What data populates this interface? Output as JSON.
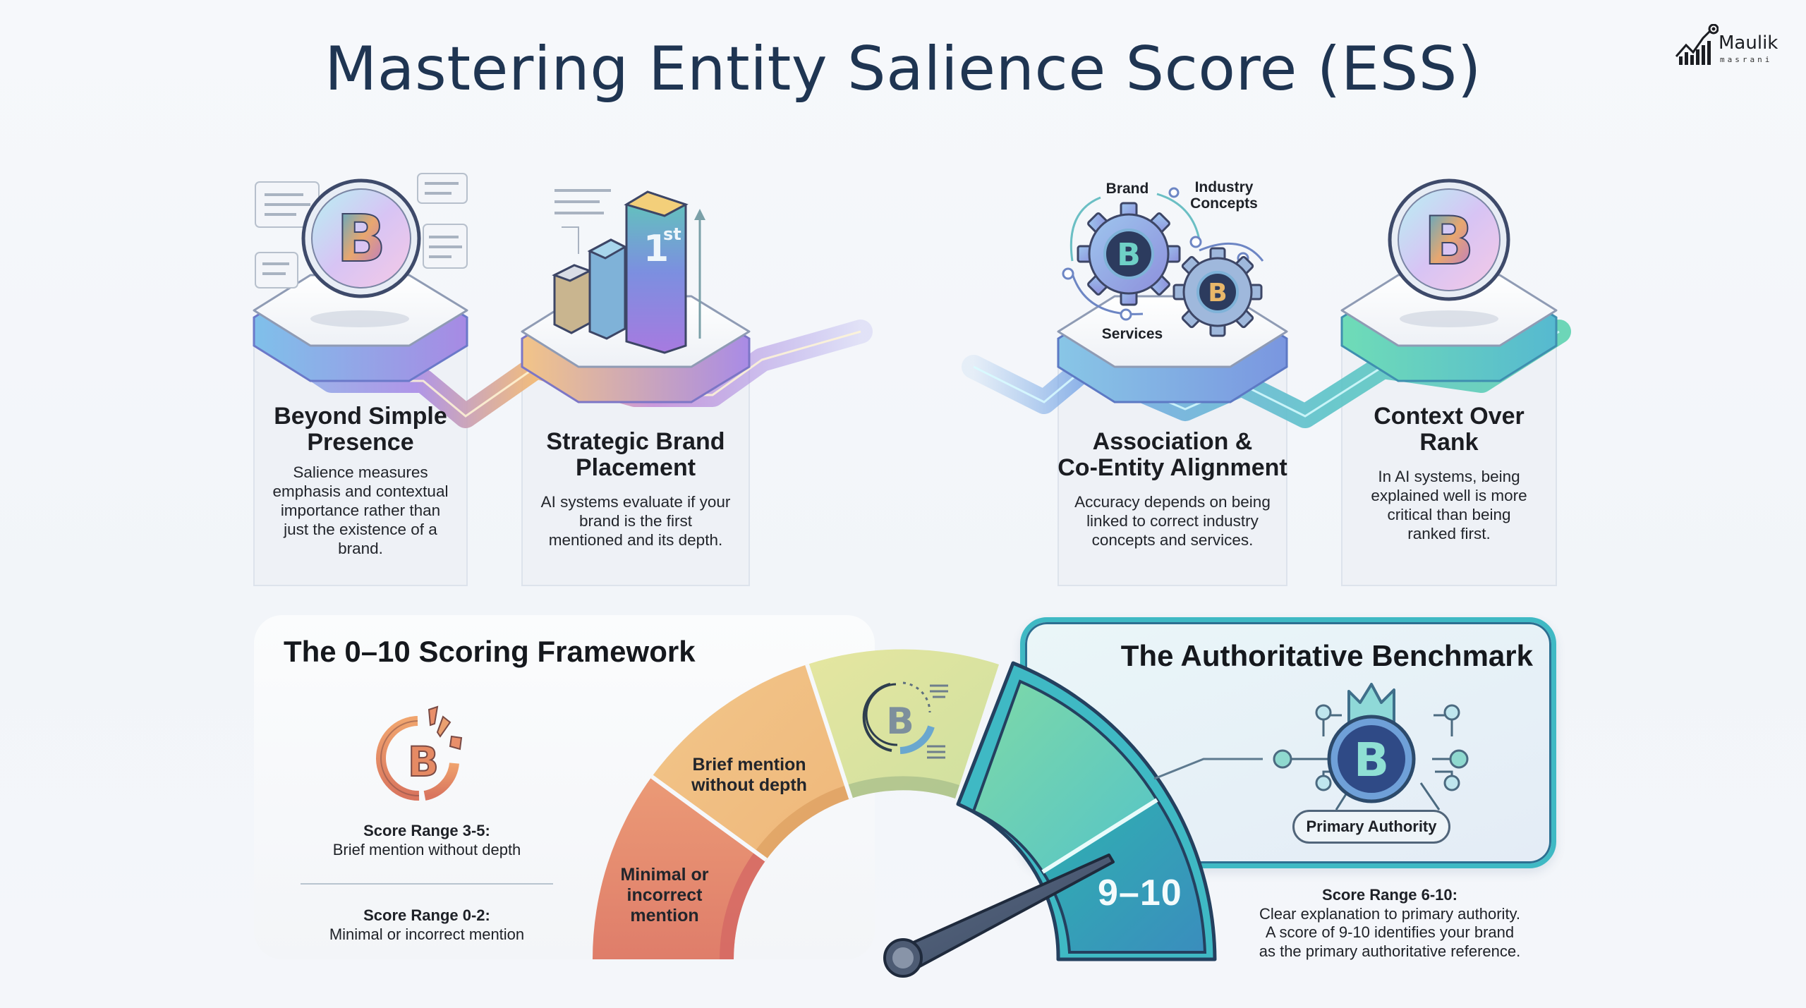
{
  "header": {
    "title": "Mastering Entity Salience Score (ESS)",
    "logo": {
      "name": "Maulik",
      "sub": "masrani",
      "icon": "growth-chart-icon"
    }
  },
  "pillars": [
    {
      "id": "beyond-simple-presence",
      "icon": "brand-coin-icon",
      "heading_line1": "Beyond Simple",
      "heading_line2": "Presence",
      "body": [
        "Salience measures",
        "emphasis and contextual",
        "importance rather than",
        "just the existence of a",
        "brand."
      ]
    },
    {
      "id": "strategic-brand-placement",
      "icon": "ranking-bars-icon",
      "badge": "1st",
      "heading_line1": "Strategic Brand",
      "heading_line2": "Placement",
      "body": [
        "AI systems evaluate if your",
        "brand is the first",
        "mentioned and its depth."
      ]
    },
    {
      "id": "association-co-entity-alignment",
      "icon": "linked-gears-icon",
      "diagram_labels": {
        "brand": "Brand",
        "industry_line1": "Industry",
        "industry_line2": "Concepts",
        "services": "Services"
      },
      "heading_line1": "Association &",
      "heading_line2": "Co-Entity Alignment",
      "body": [
        "Accuracy depends on being",
        "linked to correct industry",
        "concepts and services."
      ]
    },
    {
      "id": "context-over-rank",
      "icon": "brand-coin-icon",
      "heading_line1": "Context Over",
      "heading_line2": "Rank",
      "body": [
        "In AI systems, being",
        "explained well is more",
        "critical than being",
        "ranked first."
      ]
    }
  ],
  "framework": {
    "title": "The 0–10 Scoring Framework",
    "icon": "broken-brand-icon",
    "ranges": [
      {
        "label": "Score Range 3-5:",
        "desc": "Brief mention without depth"
      },
      {
        "label": "Score Range 0-2:",
        "desc": "Minimal or incorrect mention"
      }
    ]
  },
  "gauge": {
    "segments": [
      {
        "range": "0-2",
        "line1": "Minimal or",
        "line2": "incorrect",
        "line3": "mention",
        "color": "#e2836a"
      },
      {
        "range": "3-5",
        "line1": "Brief mention",
        "line2": "without depth",
        "color": "#efbd7c"
      },
      {
        "range": "6-8",
        "icon": "partial-brand-icon",
        "color": "#dbe39a"
      },
      {
        "range": "6-8b",
        "color": "#7fd3b8"
      },
      {
        "range": "9-10",
        "label": "9–10",
        "color": "#2fa5ad"
      }
    ],
    "needle_points_to": "9–10"
  },
  "benchmark": {
    "title": "The Authoritative Benchmark",
    "icon": "crowned-brand-network-icon",
    "badge": "Primary Authority",
    "desc_label": "Score Range 6-10:",
    "desc_lines": [
      "Clear explanation to primary authority.",
      "A score of 9-10 identifies your brand",
      "as the primary authoritative reference."
    ]
  },
  "colors": {
    "title": "#1f3552",
    "teal_border": "#3fb9c4",
    "navy_outline": "#2c4a6b",
    "purple_path": "#9b7fe0",
    "orange_path": "#f0b46a",
    "blue_path": "#6fa3e0"
  }
}
